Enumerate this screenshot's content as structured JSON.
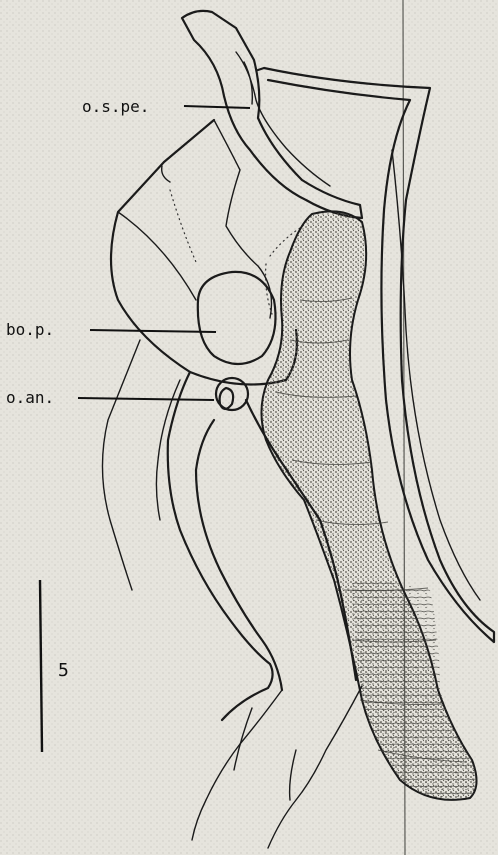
{
  "figure": {
    "labels": {
      "ospe": "o.s.pe.",
      "bop": "bo.p.",
      "oan": "o.an."
    },
    "scale_bar": {
      "label": "5"
    }
  },
  "colors": {
    "ink": "#1b1b1b",
    "paper": "#e6e4dd",
    "stipple": "#8e8c84"
  }
}
